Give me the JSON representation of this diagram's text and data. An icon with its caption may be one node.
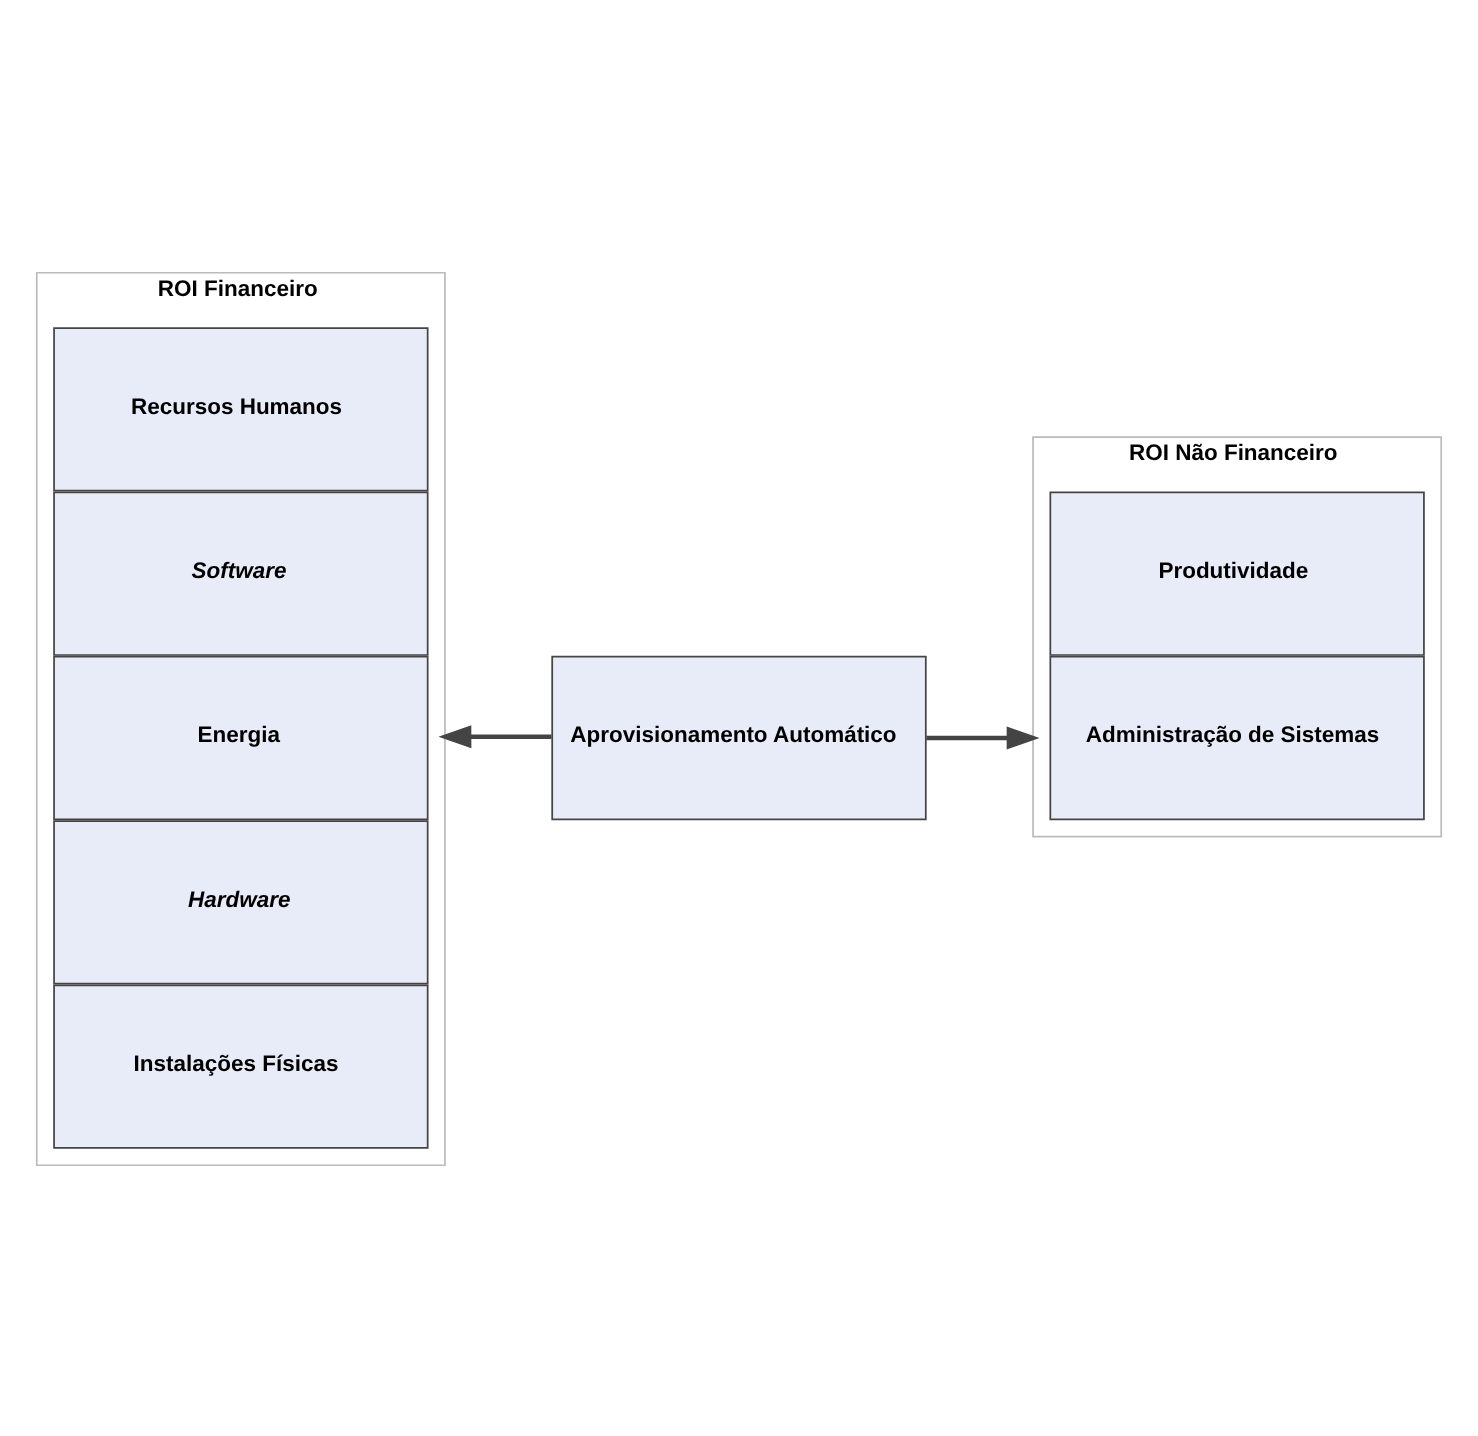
{
  "diagram": {
    "nodes": [
      {
        "text": [
          "ROI Financeiro"
        ]
      },
      {
        "text": [
          "Recursos Humanos"
        ],
        "in": 0
      },
      {
        "text": [
          "Software"
        ],
        "in": 0
      },
      {
        "text": [
          "Energia"
        ],
        "in": 0
      },
      {
        "text": [
          "Hardware"
        ],
        "in": 0
      },
      {
        "text": [
          "Instalações Físicas"
        ],
        "in": 0
      },
      {
        "text": [
          "Aprovisionamento Automático"
        ]
      },
      {
        "text": [
          "ROI Não Financeiro"
        ]
      },
      {
        "text": [
          "Produtividade"
        ],
        "in": 7
      },
      {
        "text": [
          "Administração de Sistemas"
        ],
        "in": 7
      }
    ],
    "edges": [
      {
        "from": 6,
        "to": 0,
        "arrow": "to"
      },
      {
        "from": 6,
        "to": 7,
        "arrow": "to"
      }
    ]
  }
}
